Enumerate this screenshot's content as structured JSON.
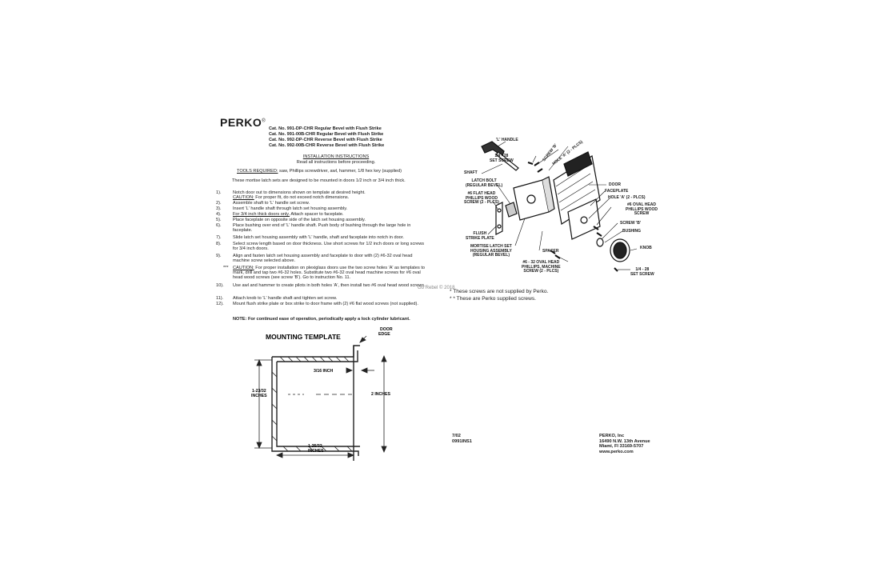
{
  "header": {
    "brand": "PERKO",
    "brand_mark": "®",
    "catalog_lines": [
      "Cat. No. 991-DP-CHR Regular Bevel with Flush Strike",
      "Cat. No. 991-00B-CHR Regular Bevel with Flush Strike",
      "Cat. No. 992-DP-CHR Reverse Bevel with Flush Strike",
      "Cat. No. 992-00B-CHR Reverse Bevel with Flush Strike"
    ]
  },
  "instructions": {
    "heading": "INSTALLATION INSTRUCTIONS",
    "subheading": "Read all instructions before proceeding.",
    "tools_label": "TOOLS REQUIRED:",
    "tools_text": " saw, Phillips screwdriver, awl, hammer, 1/8 hex key (supplied)",
    "intro": "These mortise latch sets are designed to be mounted in doors 1/2 inch or 3/4 inch thick.",
    "steps": [
      {
        "num": "1).",
        "text": "Notch door out to dimensions shown on template at desired height."
      },
      {
        "num": "",
        "prefix": "CAUTION:",
        "text": " For proper fit, do not exceed notch dimensions."
      },
      {
        "num": "2).",
        "text": "Assemble shaft to 'L' handle set screw."
      },
      {
        "num": "3).",
        "text": "Insert 'L' handle shaft through latch set housing assembly."
      },
      {
        "num": "4).",
        "prefix": "For 3/4 inch thick doors only.",
        "text": "  Attach spacer to faceplate."
      },
      {
        "num": "5).",
        "text": "Place faceplate on opposite side of the latch set housing assembly."
      },
      {
        "num": "6).",
        "text": "Place bushing over end of 'L' handle shaft.  Push body of bushing through the large hole in faceplate."
      },
      {
        "num": "7).",
        "text": "Slide latch set housing assembly with 'L' handle, shaft and faceplate into notch in door."
      },
      {
        "num": "8).",
        "text": "Select screw length based on door thickness.  Use short screws for 1/2 inch doors or long screws for 3/4 inch doors."
      },
      {
        "num": "9).",
        "text": "Align and fasten latch set housing assembly and faceplate to door with (2) #6-32 oval head machine screw selected above."
      },
      {
        "num": "***",
        "prefix": "CAUTION:",
        "text": " For proper installation on plexiglass doors use the two screw holes 'A' as templates to mark, drill and tap two #6-32 holes. Substitute two #6-32 oval head machine screws for #6 oval head wood screws (see screw 'B'). Go to instruction No. 11."
      },
      {
        "num": "10).",
        "text": "Use awl and hammer to create pilots in both holes 'A', then install two #6 oval head wood screws."
      },
      {
        "num": "11).",
        "text": "Attach knob to 'L' handle shaft and tighten set screw."
      },
      {
        "num": "12).",
        "text": "Mount flush strike plate or box strike to door frame with (2) #6 flat wood screws (not supplied)."
      }
    ],
    "note": "NOTE: For continued ease of operation, periodically apply a lock cylinder lubricant."
  },
  "template": {
    "title": "MOUNTING TEMPLATE",
    "door_edge": [
      "DOOR",
      "EDGE"
    ],
    "dim_3_16": "3/16 INCH",
    "dim_2": "2 INCHES",
    "dim_height": [
      "1-23/32",
      "INCHES"
    ],
    "dim_depth": [
      "1-25/32",
      "INCHES"
    ]
  },
  "diagram": {
    "labels": {
      "l_handle": "'L' HANDLE",
      "set_screw_top": [
        "1/4 - 28",
        "SET SCREW"
      ],
      "screw_b_top": "SCREW 'B'",
      "hole_a_top": "HOLE 'A' (2 - PLCS)",
      "shaft": "SHAFT",
      "latch_bolt": [
        "LATCH BOLT",
        "(REGULAR BEVEL)"
      ],
      "flat_head": [
        "#6 FLAT HEAD",
        "PHILLIPS WOOD",
        "SCREW (2 - PLCS)"
      ],
      "door": "DOOR",
      "faceplate": "FACEPLATE",
      "hole_a_right": "HOLE 'A' (2 - PLCS)",
      "oval_head_wood": [
        "#6 OVAL HEAD",
        "PHILLIPS WOOD",
        "SCREW"
      ],
      "screw_b_right": "SCREW 'B'",
      "bushing": "BUSHING",
      "knob": "KNOB",
      "set_screw_bottom": [
        "1/4 - 28",
        "SET SCREW"
      ],
      "flush_strike": [
        "FLUSH",
        "STRIKE PLATE"
      ],
      "mortise": [
        "MORTISE LATCH SET",
        "HOUSING ASSEMBLY",
        "(REGULAR BEVEL)"
      ],
      "spacer": "SPACER",
      "oval_head_machine": [
        "#6 - 32 OVAL HEAD",
        "PHILLIPS, MACHINE",
        "SCREW (2 - PLCS)"
      ]
    },
    "watermark": "Go Rebel © 2018",
    "notes": [
      "* These screws are not supplied by Perko.",
      "* * These are Perko supplied screws."
    ]
  },
  "footer": {
    "date": "7/02",
    "doc_code": "0991INS1",
    "company": [
      "PERKO, Inc",
      "16490 N.W. 13th Avenue",
      "Miami, Fl 33169-5707",
      "www.perko.com"
    ]
  }
}
